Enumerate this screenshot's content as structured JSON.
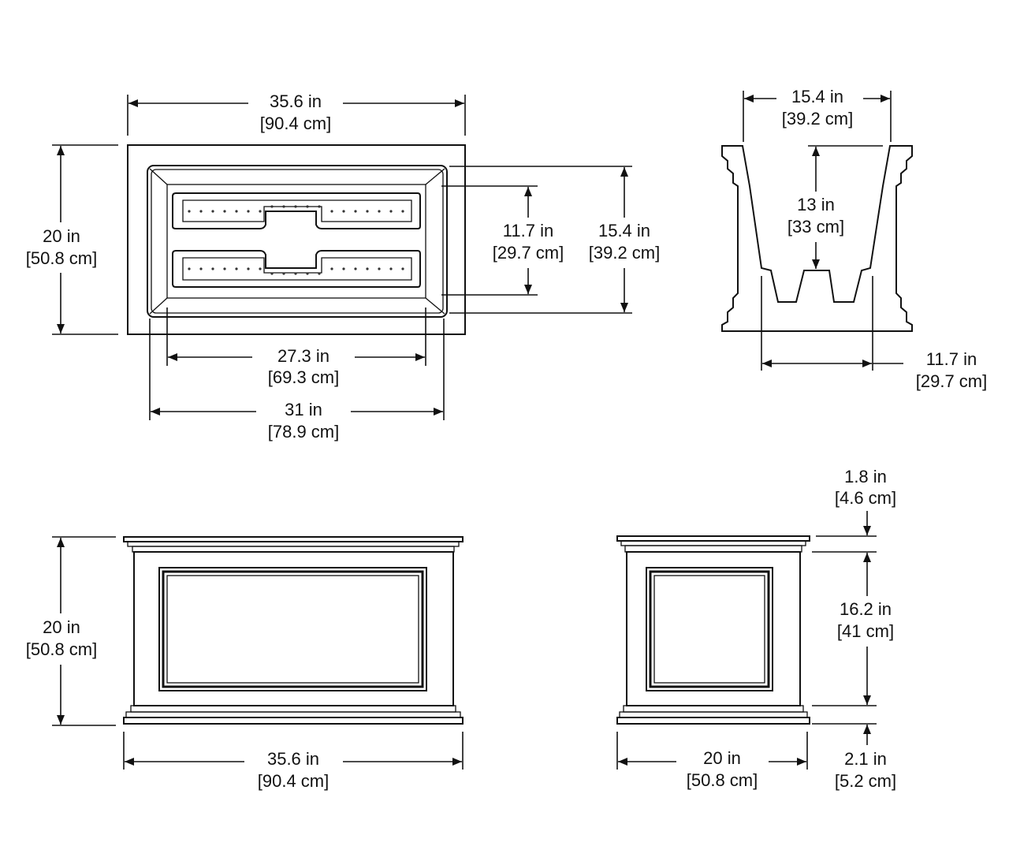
{
  "title": "Planter box dimensions",
  "top_view": {
    "length": {
      "in": "35.6 in",
      "cm": "[90.4 cm]"
    },
    "width": {
      "in": "20 in",
      "cm": "[50.8 cm]"
    },
    "insert_inner_width": {
      "in": "11.7 in",
      "cm": "[29.7 cm]"
    },
    "insert_outer_width": {
      "in": "15.4 in",
      "cm": "[39.2 cm]"
    },
    "insert_inner_length": {
      "in": "27.3 in",
      "cm": "[69.3 cm]"
    },
    "insert_outer_length": {
      "in": "31 in",
      "cm": "[78.9 cm]"
    }
  },
  "section_view": {
    "top_width": {
      "in": "15.4 in",
      "cm": "[39.2 cm]"
    },
    "depth": {
      "in": "13 in",
      "cm": "[33 cm]"
    },
    "bottom_width": {
      "in": "11.7 in",
      "cm": "[29.7 cm]"
    }
  },
  "front_view": {
    "height": {
      "in": "20 in",
      "cm": "[50.8 cm]"
    },
    "length": {
      "in": "35.6 in",
      "cm": "[90.4 cm]"
    }
  },
  "side_view": {
    "cap": {
      "in": "1.8 in",
      "cm": "[4.6 cm]"
    },
    "body": {
      "in": "16.2 in",
      "cm": "[41 cm]"
    },
    "base": {
      "in": "2.1 in",
      "cm": "[5.2 cm]"
    },
    "width": {
      "in": "20 in",
      "cm": "[50.8 cm]"
    }
  }
}
